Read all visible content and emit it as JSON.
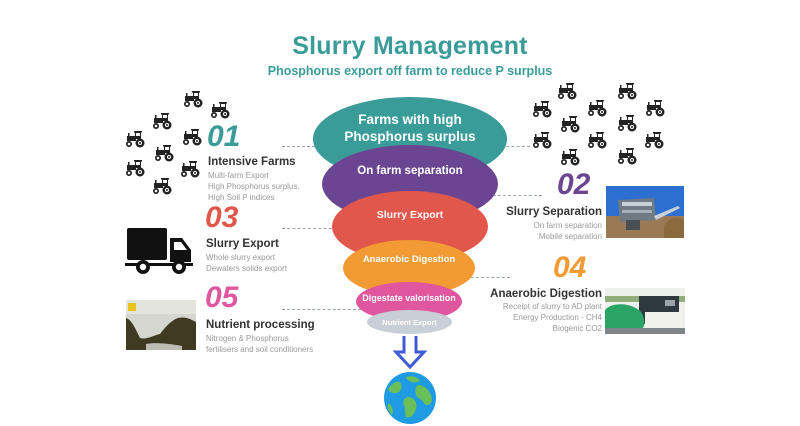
{
  "header": {
    "title": "Slurry Management",
    "subtitle": "Phosphorus export off farm to reduce P surplus",
    "color": "#3a9c99"
  },
  "funnel": [
    {
      "label_line1": "Farms with high",
      "label_line2": "Phosphorus  surplus",
      "color": "#3a9c99"
    },
    {
      "label": "On farm separation",
      "color": "#6b4591"
    },
    {
      "label": "Slurry Export",
      "color": "#e2574c"
    },
    {
      "label": "Anaerobic Digestion",
      "color": "#f29a33"
    },
    {
      "label": "Digestate valorisation",
      "color": "#e0569f"
    },
    {
      "label": "Nutrient Export",
      "color": "#c9cfd6"
    }
  ],
  "stages": [
    {
      "number": "01",
      "title": "Intensive Farms",
      "color": "#3a9c99",
      "details": [
        "Multi-farm Export",
        "High Phosphorus surplus.",
        "High Soil P indices"
      ],
      "icon": "tractor-icon"
    },
    {
      "number": "02",
      "title": "Slurry Separation",
      "color": "#6b4591",
      "details": [
        "On farm separation",
        "Mobile separation"
      ],
      "icon": "separation-plant-photo"
    },
    {
      "number": "03",
      "title": "Slurry Export",
      "color": "#e2574c",
      "details": [
        "Whole slurry export",
        "Dewaters solids export"
      ],
      "icon": "truck-icon"
    },
    {
      "number": "04",
      "title": "Anaerobic Digestion",
      "color": "#f29a33",
      "details": [
        "Receipt of slurry to AD plant",
        "Energy Production - CH4",
        "Biogenic CO2"
      ],
      "icon": "ad-plant-photo"
    },
    {
      "number": "05",
      "title": "Nutrient processing",
      "color": "#e0569f",
      "details": [
        "Nitrogen & Phosphorus",
        "fertilisers and soil conditioners"
      ],
      "icon": "nutrient-processing-photo"
    }
  ],
  "footer": {
    "arrow_icon": "down-arrow-icon",
    "globe_icon": "globe-icon",
    "arrow_color": "#3f5bd6"
  }
}
